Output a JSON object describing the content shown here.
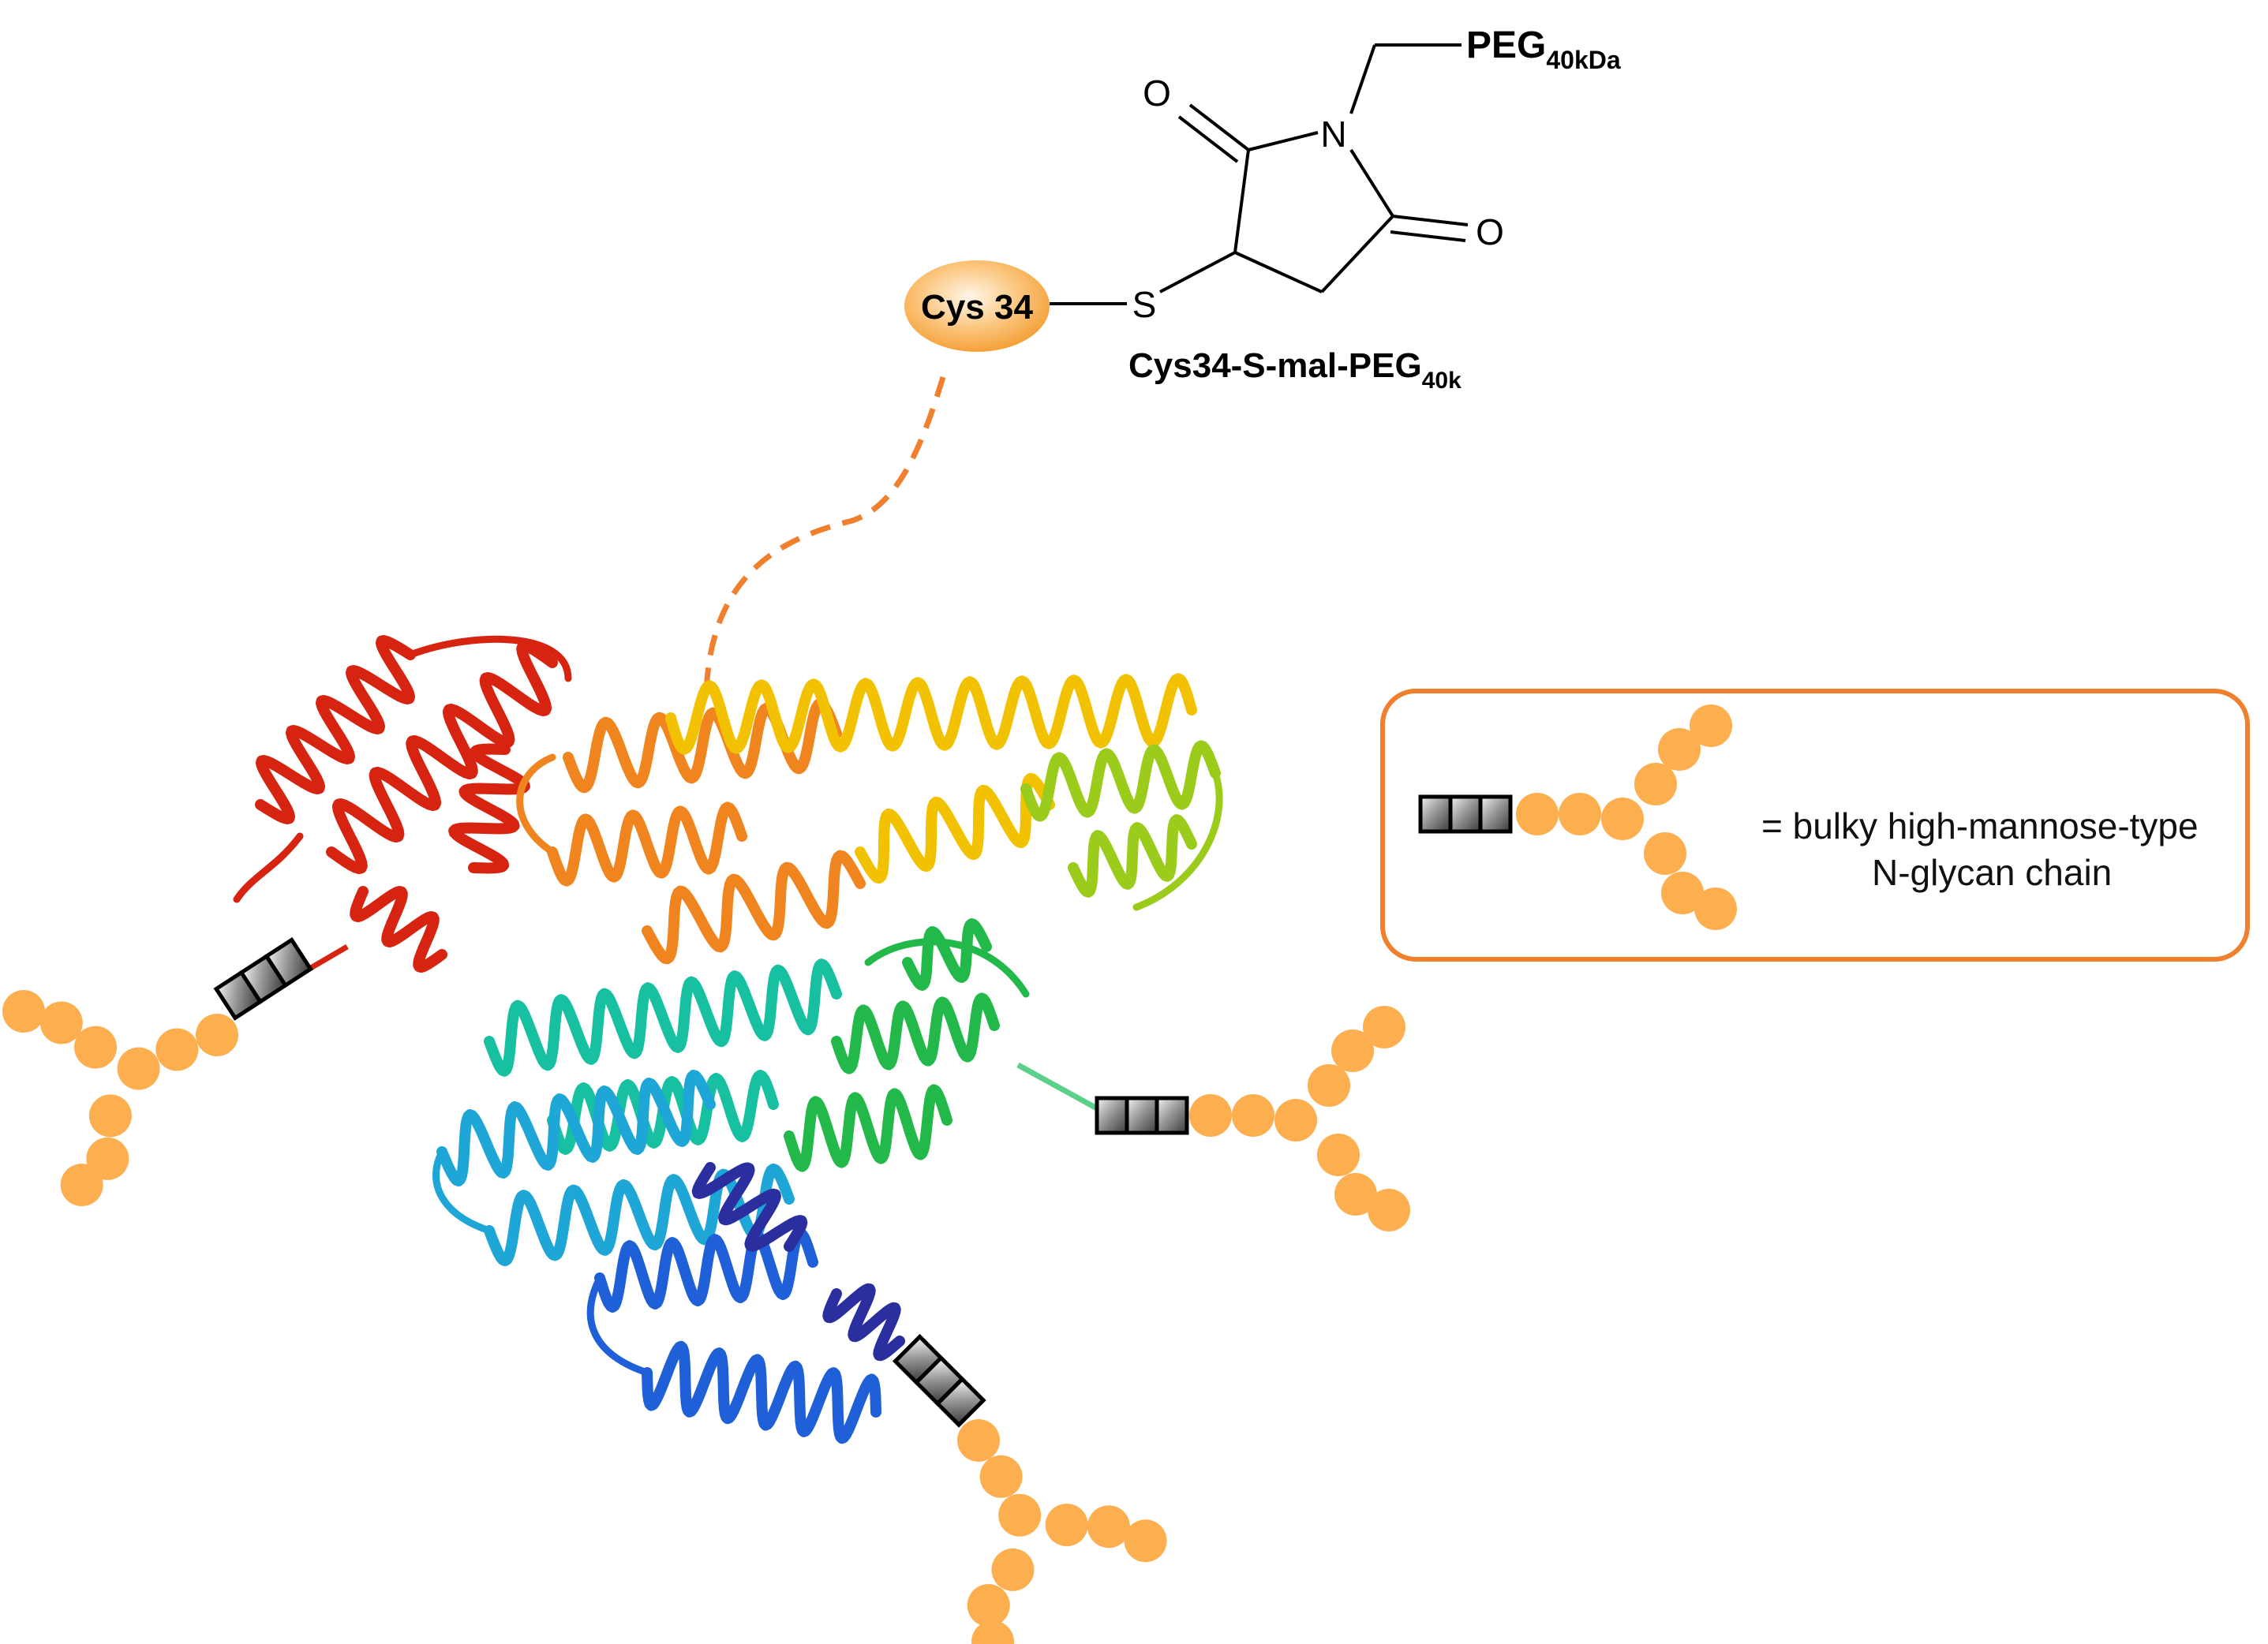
{
  "chemistry": {
    "peg_main": "PEG",
    "peg_sub": "40kDa",
    "atom_o1": "O",
    "atom_o2": "O",
    "atom_n": "N",
    "atom_s": "S",
    "cys_label": "Cys 34",
    "conjugate_main": "Cys34-S-mal-PEG",
    "conjugate_sub": "40k"
  },
  "legend": {
    "line1": "= bulky high-mannose-type",
    "line2": "N-glycan chain"
  },
  "colors": {
    "glycan": "#FDAE4F",
    "legend_border": "#F07F2E",
    "linker_dash": "#F07F2E",
    "helix_red": "#D62411",
    "helix_orange": "#F0841E",
    "helix_yellow": "#F2C200",
    "helix_lime": "#9BCB1B",
    "helix_green": "#22B94A",
    "helix_teal": "#17C0A0",
    "helix_cyan": "#1EA6D6",
    "helix_blue": "#1F5FD8",
    "helix_indigo": "#2A2E9E"
  }
}
